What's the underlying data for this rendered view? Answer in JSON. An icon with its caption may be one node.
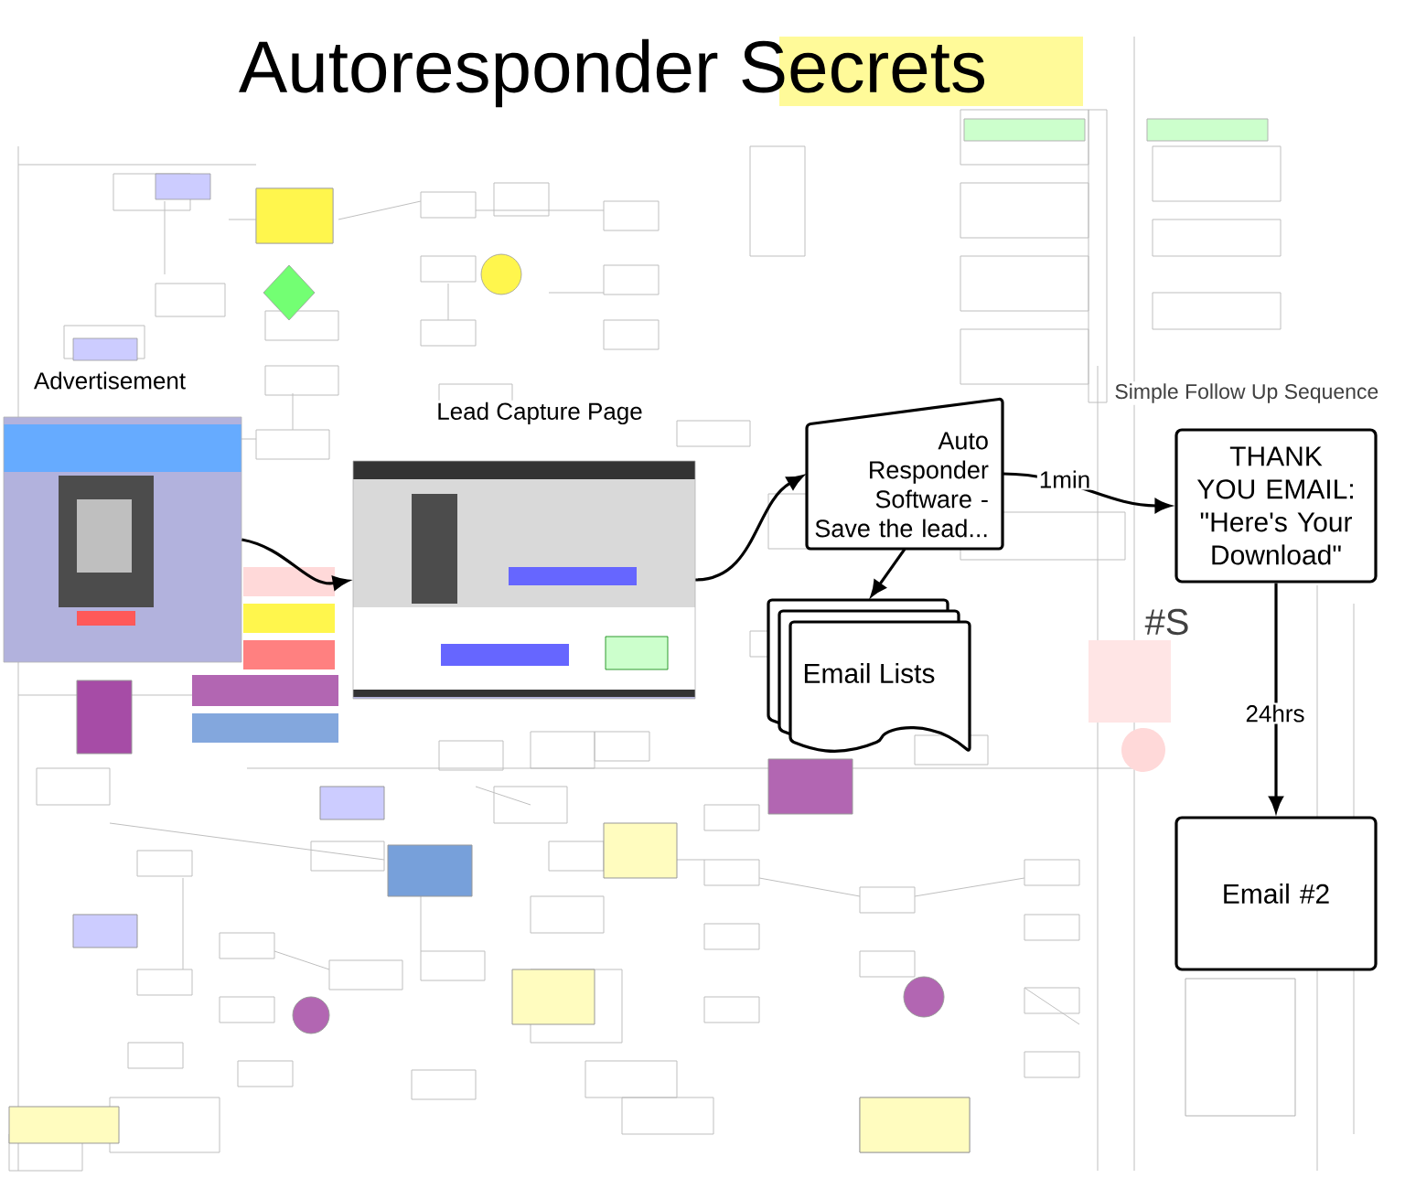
{
  "diagram": {
    "title": "Autoresponder Secrets",
    "nodes": [
      {
        "text": [
          "Advertisement"
        ]
      },
      {
        "text": [
          "Lead Capture Page"
        ]
      },
      {
        "text": [
          "Auto Responder Software - Save the lead..."
        ]
      },
      {
        "text": [
          "Email Lists"
        ]
      },
      {
        "text": [
          "THANK YOU EMAIL: \"Here's Your Download\""
        ]
      },
      {
        "text": [
          "Email #2"
        ]
      }
    ],
    "edges": [
      {
        "from": 0,
        "to": 1,
        "arrow": "to"
      },
      {
        "from": 1,
        "to": 2,
        "arrow": "to"
      },
      {
        "from": 2,
        "to": 3,
        "arrow": "to"
      },
      {
        "from": 2,
        "to": 4,
        "arrow": "to",
        "label": "1min"
      },
      {
        "from": 4,
        "to": 5,
        "arrow": "to",
        "label": "24hrs"
      }
    ],
    "labels": [
      "Simple Follow Up Sequence",
      "#S"
    ]
  }
}
